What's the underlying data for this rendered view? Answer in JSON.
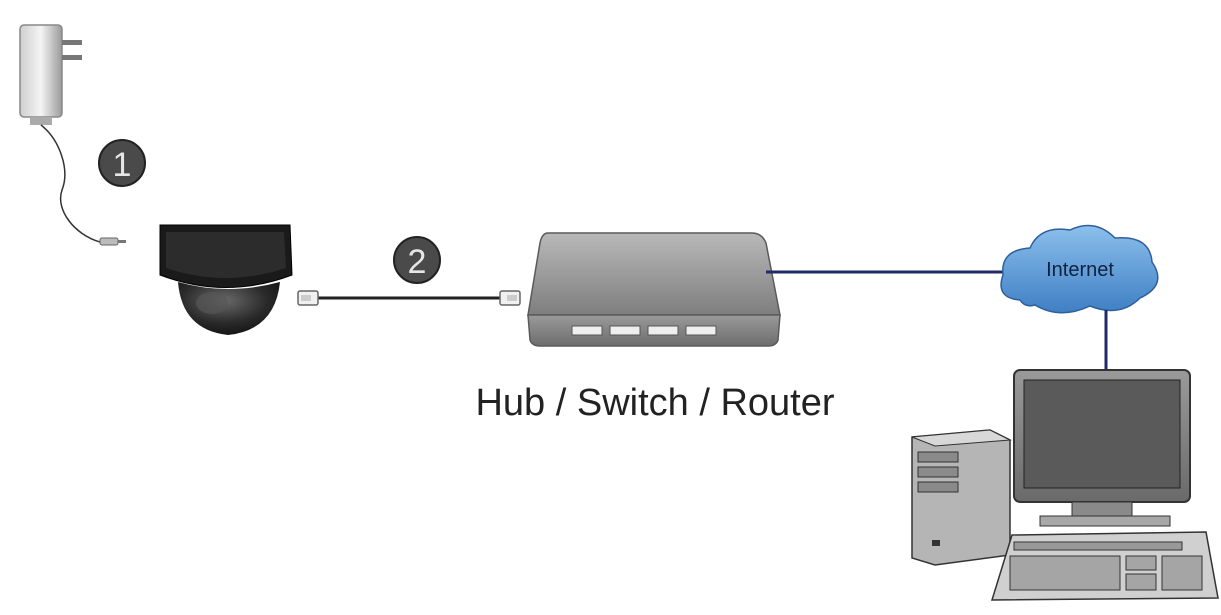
{
  "steps": {
    "power": "1",
    "cable": "2"
  },
  "labels": {
    "network_device": "Hub / Switch / Router",
    "cloud": "Internet"
  },
  "icons": {
    "power_adapter": "power-adapter-icon",
    "camera": "dome-camera-icon",
    "network_device": "router-icon",
    "cloud": "cloud-icon",
    "computer": "desktop-computer-icon"
  },
  "colors": {
    "badge_fill": "#4a4a4a",
    "link_line": "#1f2a66",
    "cloud_fill": "#5f9fd8"
  }
}
